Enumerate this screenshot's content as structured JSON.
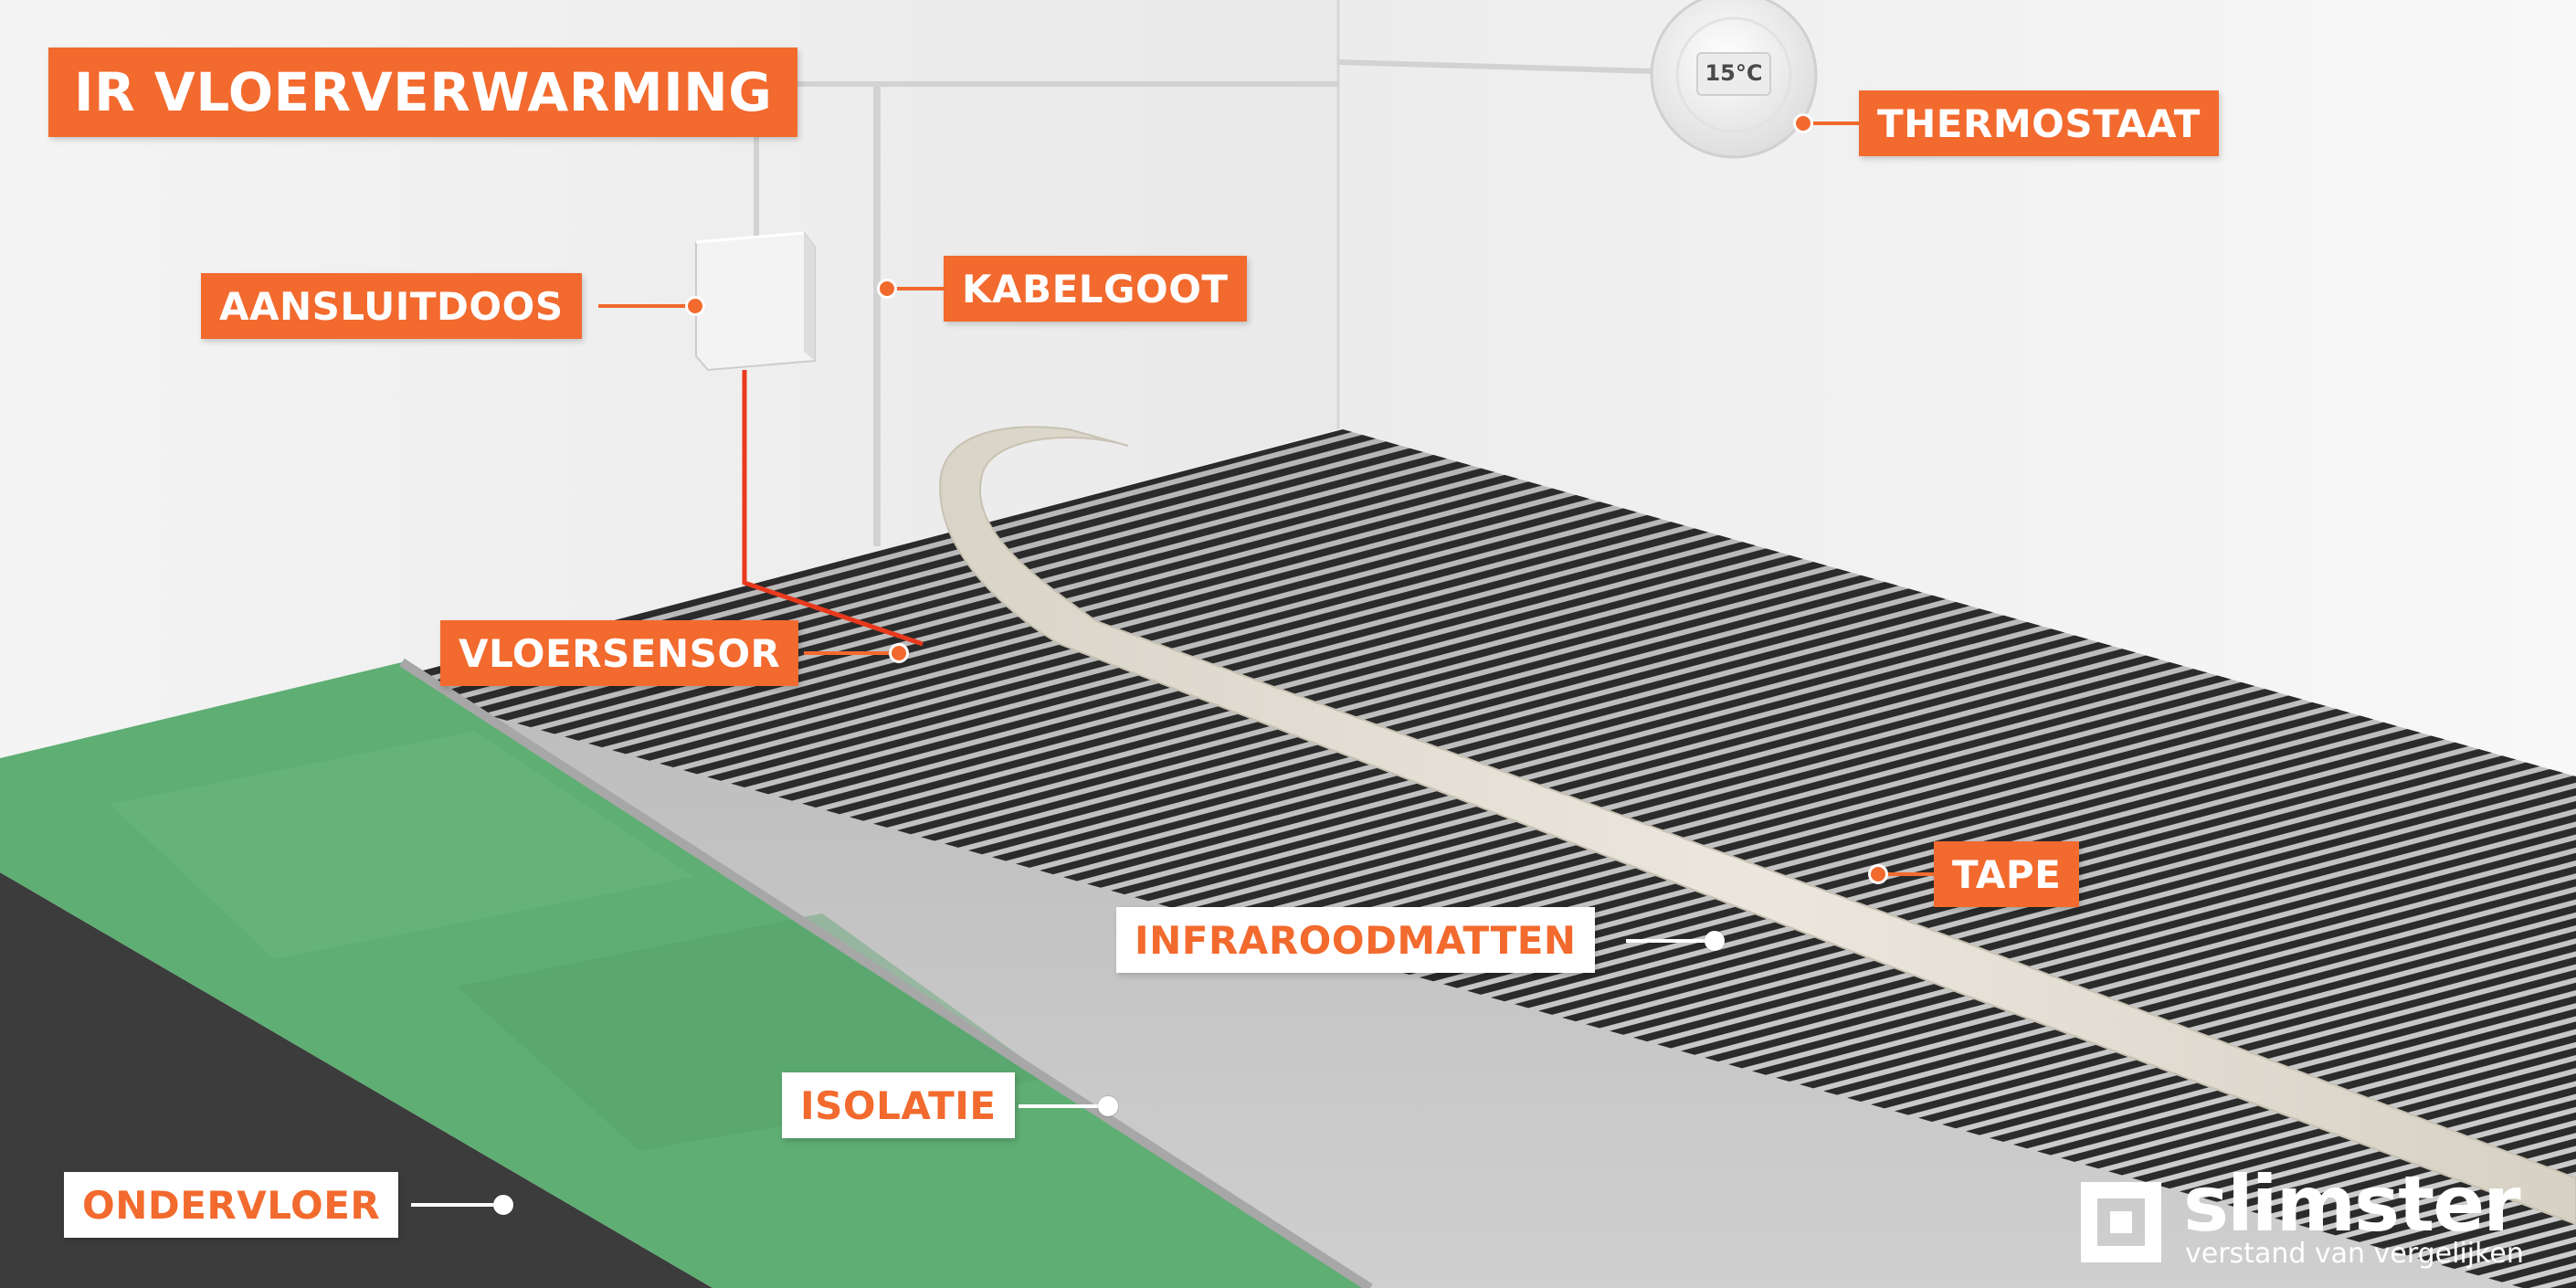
{
  "title": "IR VLOERVERWARMING",
  "labels": {
    "thermostat": "THERMOSTAAT",
    "junction_box": "AANSLUITDOOS",
    "cable_duct": "KABELGOOT",
    "floor_sensor": "VLOERSENSOR",
    "tape": "TAPE",
    "infrared_mats": "INFRAROODMATTEN",
    "insulation": "ISOLATIE",
    "subfloor": "ONDERVLOER"
  },
  "thermostat_display": "15°C",
  "brand": {
    "name": "slimster",
    "tagline": "verstand van vergelijken",
    "logo_icon": "slimster-logo-mark"
  },
  "colors": {
    "accent": "#f26a2e",
    "insulation": "#5fae74",
    "subfloor": "#3c3c3c",
    "mat_stripe": "#2b2b2b",
    "sensor_cable": "#e8391d",
    "tape": "#e4e0d6"
  }
}
